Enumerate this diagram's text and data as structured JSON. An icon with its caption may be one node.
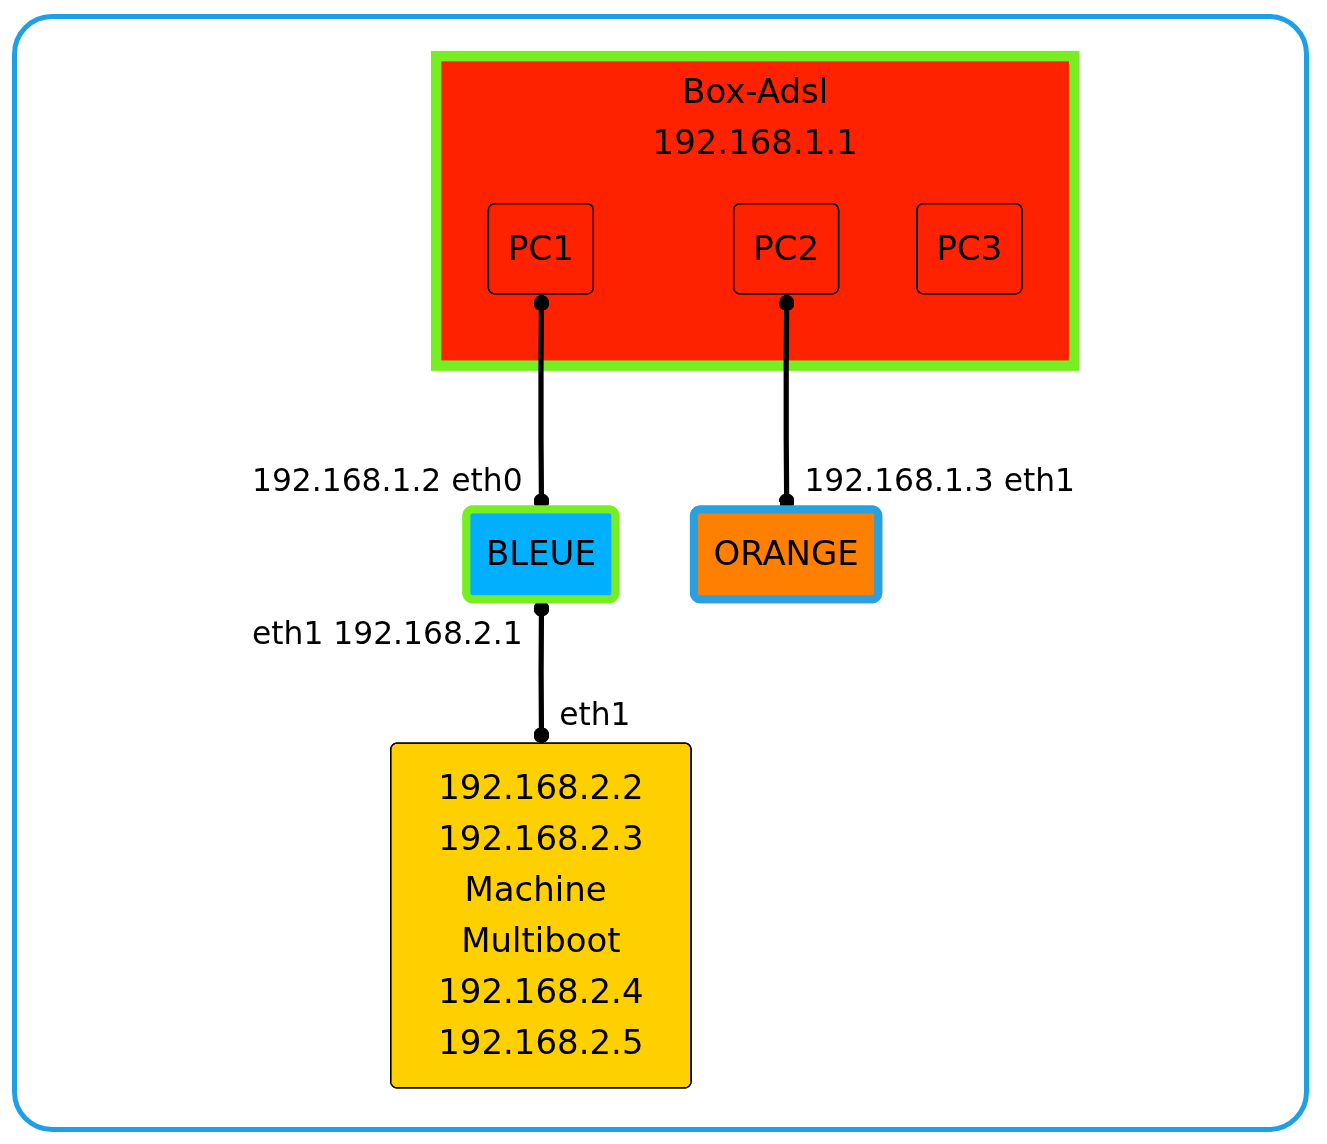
{
  "diagram": {
    "nodes": [
      {
        "text": [
          "Box-Adsl",
          "192.168.1.1"
        ]
      },
      {
        "text": [
          "PC1"
        ],
        "in": 0
      },
      {
        "text": [
          "PC2"
        ],
        "in": 0
      },
      {
        "text": [
          "PC3"
        ],
        "in": 0
      },
      {
        "text": [
          "BLEUE"
        ],
        "beside": [
          "192.168.1.2 eth0",
          "eth1 192.168.2.1"
        ]
      },
      {
        "text": [
          "ORANGE"
        ],
        "beside": [
          "192.168.1.3 eth1"
        ]
      },
      {
        "text": [
          "192.168.2.2",
          "192.168.2.3",
          "Machine Multiboot",
          "192.168.2.4",
          "192.168.2.5"
        ],
        "beside": [
          "eth1"
        ]
      }
    ],
    "edges": [
      {
        "from": 1,
        "to": 4,
        "arrow": "other"
      },
      {
        "from": 2,
        "to": 5,
        "arrow": "other"
      },
      {
        "from": 4,
        "to": 6,
        "arrow": "other"
      }
    ]
  }
}
